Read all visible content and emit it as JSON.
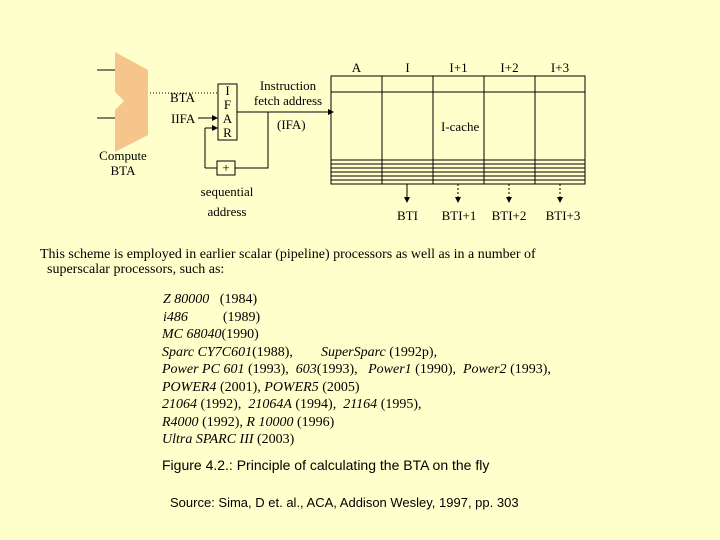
{
  "diagram": {
    "compute_bta": [
      "Compute",
      "BTA"
    ],
    "bta": "BTA",
    "iifa": "IIFA",
    "ifar": [
      "I",
      "F",
      "A",
      "R"
    ],
    "instruction_fetch_address": [
      "Instruction",
      "fetch address"
    ],
    "ifa": "(IFA)",
    "plus": "+",
    "sequential_address": [
      "sequential",
      "address"
    ],
    "columns": [
      "A",
      "I",
      "I+1",
      "I+2",
      "I+3"
    ],
    "icache": "I-cache",
    "bti_labels": [
      "BTI",
      "BTI+1",
      "BTI+2",
      "BTI+3"
    ]
  },
  "paragraph": [
    "This scheme is employed in earlier scalar (pipeline) processors as well as in a number of",
    "superscalar processors, such as:"
  ],
  "processors": [
    [
      {
        "name": "Z 80000",
        "year": "(1984)"
      }
    ],
    [
      {
        "name": "i486",
        "year": "(1989)"
      }
    ],
    [
      {
        "name": "MC 68040",
        "year": "(1990)"
      }
    ],
    [
      {
        "name": "Sparc CY7C601",
        "year": "(1988),"
      },
      {
        "name": "SuperSparc",
        "year": "(1992p),"
      }
    ],
    [
      {
        "name": "Power PC 601",
        "year": "(1993),"
      },
      {
        "name": "603",
        "year": "(1993),"
      },
      {
        "name": "Power1",
        "year": "(1990),"
      },
      {
        "name": "Power2",
        "year": "(1993),"
      }
    ],
    [
      {
        "name": "POWER4",
        "year": "(2001),"
      },
      {
        "name": "POWER5",
        "year": "(2005)"
      }
    ],
    [
      {
        "name": "21064",
        "year": "(1992),"
      },
      {
        "name": "21064A",
        "year": "(1994),"
      },
      {
        "name": "21164",
        "year": "(1995),"
      }
    ],
    [
      {
        "name": "R4000",
        "year": "(1992),"
      },
      {
        "name": "R 10000",
        "year": "(1996)"
      }
    ],
    [
      {
        "name": "Ultra SPARC III",
        "year": "(2003)"
      }
    ]
  ],
  "figure_caption": "Figure 4.2.: Principle of calculating the BTA on the fly",
  "source": "Source: Sima, D et. al., ACA, Addison Wesley, 1997, pp. 303",
  "colors": {
    "background": "#ffffcc",
    "adder": "#f5c58c"
  }
}
